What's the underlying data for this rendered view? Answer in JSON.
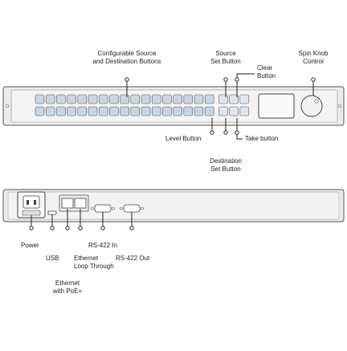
{
  "front_panel": {
    "labels": {
      "configurable_buttons": [
        "Configurable Source",
        "and Destination Buttons"
      ],
      "source_set_button": [
        "Source",
        "Set Button"
      ],
      "clear_button": [
        "Clear",
        "Button"
      ],
      "spin_knob": [
        "Spin Knob",
        "Control"
      ],
      "level_button": "Level Button",
      "destination_set_button": [
        "Destination",
        "Set Button"
      ],
      "take_button": "Take button"
    }
  },
  "rear_panel": {
    "labels": {
      "power": "Power",
      "usb": "USB",
      "ethernet_poe": [
        "Ethernet",
        "with PoE+"
      ],
      "ethernet_loop": [
        "Ethernet",
        "Loop Through"
      ],
      "rs422_in": "RS-422 In",
      "rs422_out": "RS-422 Out"
    }
  },
  "colors": {
    "chassis_fill": "#ebebeb",
    "button_fill": "#c9d6e2",
    "outline": "#555555",
    "leader": "#222222"
  }
}
